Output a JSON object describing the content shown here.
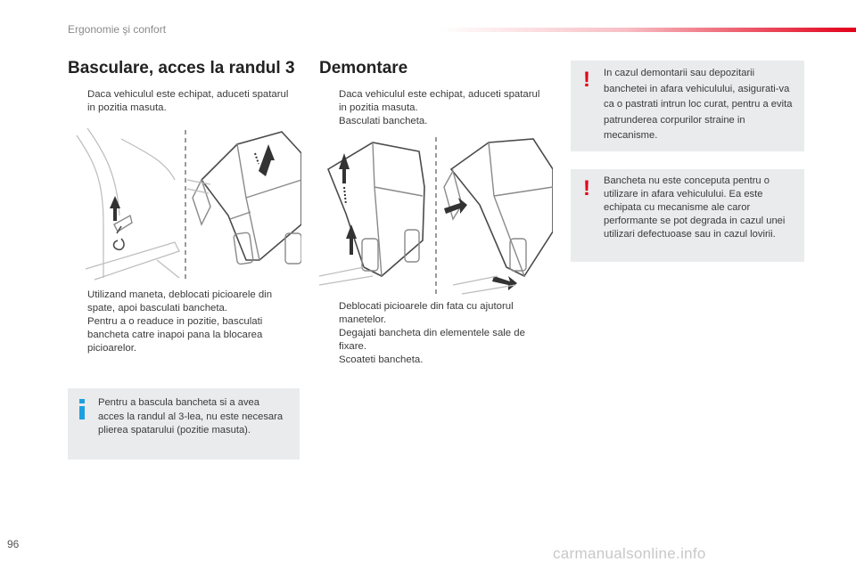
{
  "header": {
    "section": "Ergonomie şi confort"
  },
  "left": {
    "title": "Basculare, acces la randul 3",
    "intro": [
      "Daca vehiculul este echipat, aduceti spatarul in pozitia masuta."
    ],
    "steps": [
      "Utilizand maneta, deblocati picioarele din spate, apoi basculati bancheta.",
      "Pentru a o readuce in pozitie, basculati bancheta catre inapoi pana la blocarea picioarelor."
    ],
    "info_box": "Pentru a bascula bancheta si a avea acces la randul al 3-lea, nu este necesara plierea spatarului (pozitie masuta)."
  },
  "middle": {
    "title": "Demontare",
    "intro": [
      "Daca vehiculul este echipat, aduceti spatarul in pozitia masuta.",
      "Basculati bancheta."
    ],
    "steps": [
      "Deblocati picioarele din fata cu ajutorul manetelor.",
      "Degajati bancheta din elementele sale de fixare.",
      "Scoateti bancheta."
    ]
  },
  "right": {
    "warning1": "In cazul demontarii sau depozitarii banchetei in afara vehiculului, asigurati-va ca o pastrati intrun loc curat, pentru a evita patrunderea corpurilor straine in mecanisme.",
    "warning2": "Bancheta nu este conceputa pentru o utilizare in afara vehiculului. Ea este echipata cu mecanisme ale caror performante se pot degrada in cazul unei utilizari defectuoase sau in cazul lovirii."
  },
  "bullet_symbol": "",
  "warning_symbol": "!",
  "page_number": "96",
  "footer": "carmanualsonline.info",
  "colors": {
    "accent_red": "#e2001a",
    "info_blue": "#1e9fe0",
    "box_gray": "#e9ebed"
  },
  "icons": [
    "bullet-arrow-icon",
    "warning-icon",
    "info-icon"
  ]
}
